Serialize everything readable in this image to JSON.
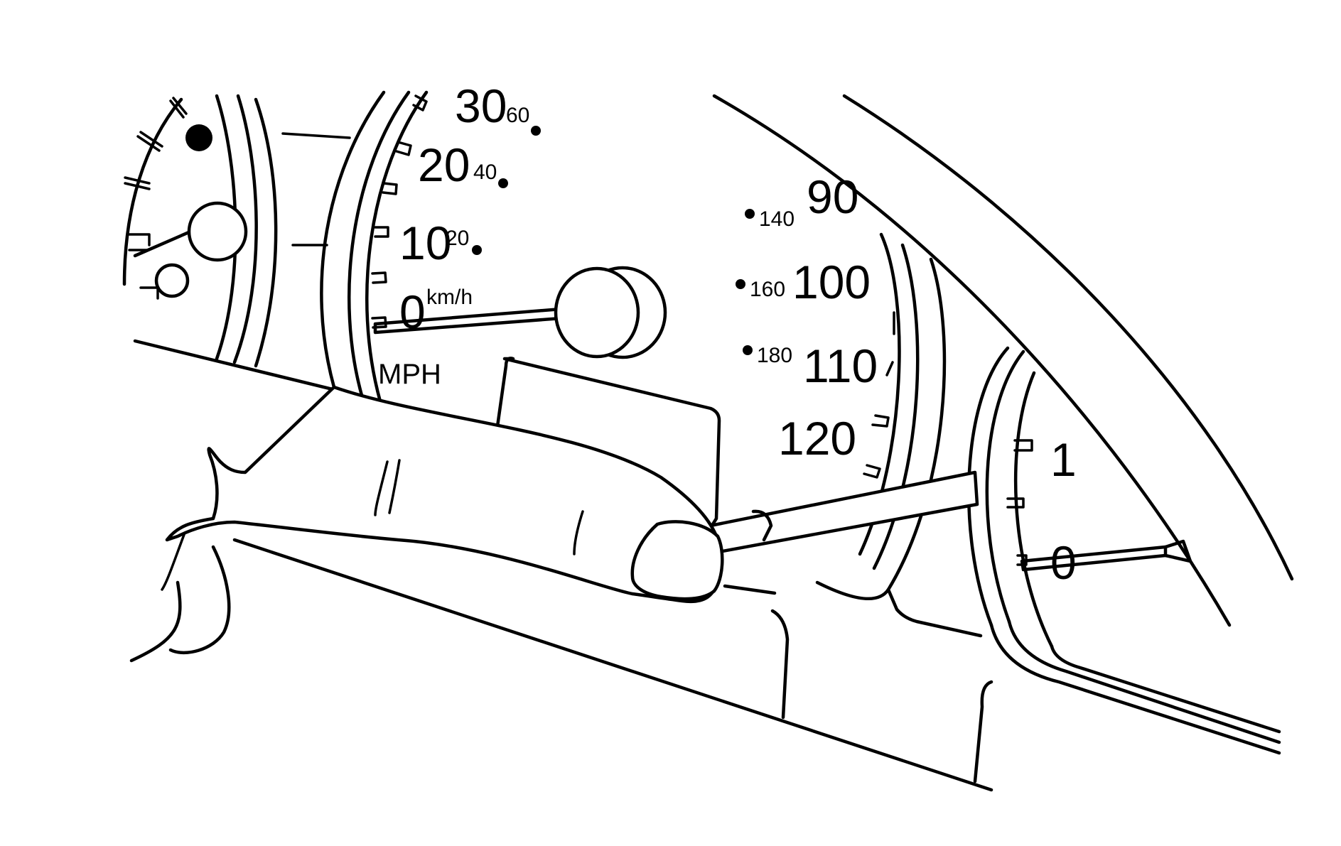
{
  "speedometer": {
    "mph_labels": [
      "30",
      "20",
      "10",
      "0"
    ],
    "kmh_labels": [
      "60",
      "40",
      "20"
    ],
    "unit_kmh": "km/h",
    "unit_mph": "MPH",
    "right_mph_labels": [
      "90",
      "100",
      "110",
      "120"
    ],
    "right_kmh_labels": [
      "140",
      "160",
      "180"
    ]
  },
  "tachometer": {
    "labels": [
      "1",
      "0"
    ]
  }
}
